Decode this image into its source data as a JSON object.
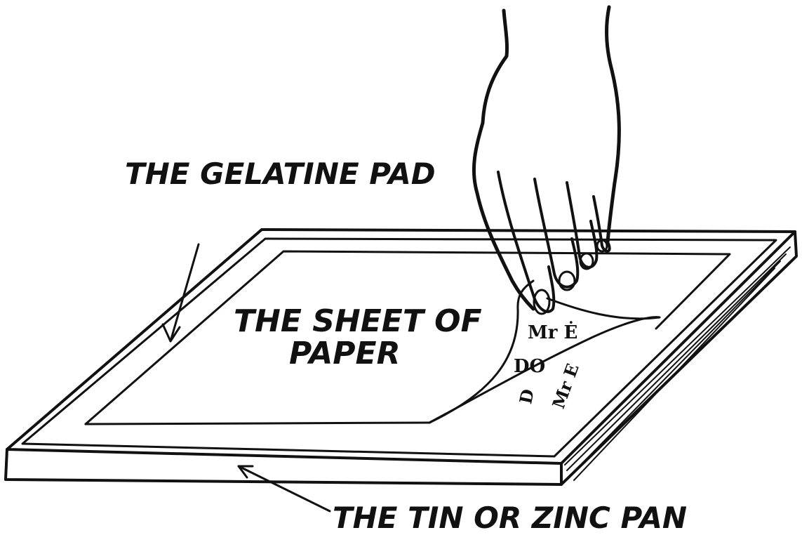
{
  "labels": {
    "gelatine_pad": "THE GELATINE PAD",
    "sheet_line1": "THE SHEET OF",
    "sheet_line2": "PAPER",
    "pan": "THE TIN OR ZINC PAN"
  },
  "sheet_writing": {
    "mr_e": "Mr Ė",
    "do": "DO",
    "d": "D",
    "mirrored": "Mr E"
  },
  "colors": {
    "ink": "#111111",
    "paper": "#ffffff"
  }
}
